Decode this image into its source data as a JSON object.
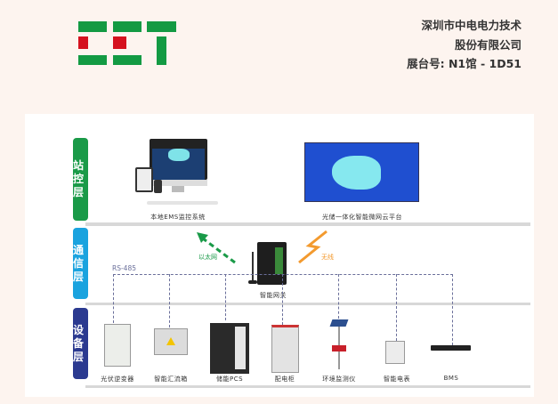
{
  "header": {
    "company_line1": "深圳市中电电力技术",
    "company_line2": "股份有限公司",
    "booth": "展台号: N1馆 - 1D51"
  },
  "logo": {
    "text": "CET",
    "green": "#139a43",
    "red": "#d5121f"
  },
  "layers": {
    "station": "站控层",
    "communication": "通信层",
    "device": "设备层"
  },
  "station": {
    "local_ems": "本地EMS监控系统",
    "cloud": "光储一体化智能微网云平台"
  },
  "comm": {
    "ethernet": "以太网",
    "wireless": "无线",
    "rs485": "RS-485",
    "gateway": "智能网关"
  },
  "devices": [
    "光伏逆变器",
    "智能汇流箱",
    "储能PCS",
    "配电柜",
    "环境监测仪",
    "智能电表",
    "BMS"
  ]
}
